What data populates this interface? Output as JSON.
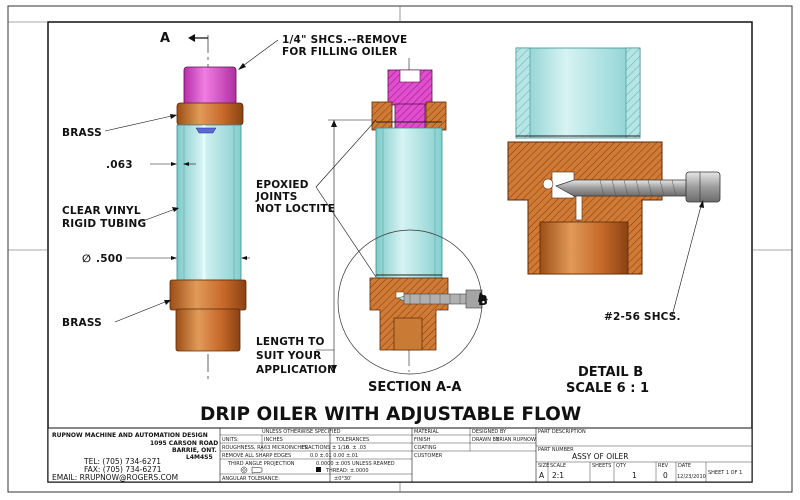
{
  "labels": {
    "section_marker": "A",
    "shcs_line1": "1/4\" SHCS.--REMOVE",
    "shcs_line2": "FOR FILLING OILER",
    "brass_top": "BRASS",
    "dim_063": ".063",
    "vinyl_line1": "CLEAR VINYL",
    "vinyl_line2": "RIGID TUBING",
    "dia_symbol": "∅",
    "dim_500": ".500",
    "brass_bottom": "BRASS",
    "epoxy_line1": "EPOXIED",
    "epoxy_line2": "JOINTS",
    "epoxy_line3": "NOT LOCTITE",
    "length_line1": "LENGTH TO",
    "length_line2": "SUIT YOUR",
    "length_line3": "APPLICATION",
    "detail_marker": "B",
    "section_title": "SECTION A-A",
    "screw_label": "#2-56 SHCS.",
    "detail_title": "DETAIL B",
    "detail_scale": "SCALE 6 : 1"
  },
  "main_title": "DRIP OILER WITH ADJUSTABLE FLOW",
  "title_block": {
    "company_line1": "RUPNOW MACHINE AND AUTOMATION DESIGN",
    "company_line2": "1095 CARSON ROAD",
    "company_line3": "BARRIE, ONT.",
    "company_line4": "L4M4S5",
    "tel": "TEL: (705) 734-6271",
    "fax": "FAX: (705) 734-6271",
    "email": "EMAIL: RRUPNOW@ROGERS.COM",
    "unless_specified": "UNLESS OTHERWISE SPECIFIED",
    "units_label": "UNITS:",
    "units_value": "INCHES",
    "tolerances": "TOLERANCES",
    "roughness_label": "ROUGHNESS, RA",
    "roughness_value": "63 MICROINCHES",
    "fractions": "FRACTIONS ± 1/16",
    "tol1": "0.    ± .03",
    "remove_sharp": "REMOVE ALL SHARP EDGES",
    "tol2": "0.0   ±.01     0.00   ±.01",
    "third_angle": "THIRD ANGLE PROJECTION",
    "tol3": "0.0000  ±.005  UNLESS REAMED",
    "thread": "THREAD:  ±.0000",
    "angular": "ANGULAR TOLERANCE:",
    "angular_val": "±0°30'",
    "material": "MATERIAL",
    "finish": "FINISH",
    "coating": "COATING",
    "designed_by": "DESIGNED BY",
    "drawn_by": "DRAWN BY",
    "drawn_by_value": "BRIAN RUPNOW",
    "customer": "CUSTOMER",
    "part_description": "PART DESCRIPTION",
    "part_number_label": "PART NUMBER",
    "part_number_value": "ASSY OF OILER",
    "size_label": "SIZE",
    "size_value": "A",
    "scale_label": "SCALE",
    "scale_value": "2:1",
    "sheets_label": "SHEETS",
    "qty_label": "QTY",
    "qty_value": "1",
    "rev_label": "REV",
    "rev_value": "0",
    "date_label": "DATE",
    "date_value": "12/23/2010",
    "sheet": "SHEET 1 OF 1"
  },
  "colors": {
    "brass": "#c8702c",
    "brass_dark": "#8f4a17",
    "screw_top": "#e24ccf",
    "tube": "#aee2e2",
    "tube_edge": "#5bb5b5",
    "steel": "#b7b7b7"
  }
}
